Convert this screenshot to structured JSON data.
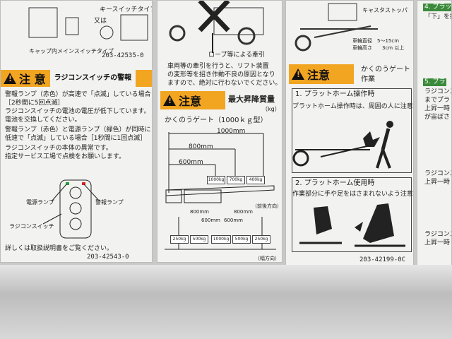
{
  "panel_left": {
    "top_label": "キャップ内メインスイッチタイプ",
    "top_key": "キースイッチタイプ",
    "top_or": "又は",
    "top_code": "203-42535-0",
    "warning_word": "注 意",
    "warning_title": "ラジコンスイッチの警報",
    "lines": [
      "警報ランプ（赤色）が高速で「点滅」している場合",
      "［2秒間に5回点滅］",
      "ラジコンスイッチの電池の電圧が低下しています。",
      "電池を交換してください。",
      "警報ランプ（赤色）と電源ランプ（緑色）が同時に",
      "低速で「点滅」している場合［1秒間に1回点滅］",
      "ラジコンスイッチの本体の異常です。",
      "指定サービス工場で点検をお願いします。"
    ],
    "label_power": "電源ランプ",
    "label_alarm": "警報ランプ",
    "label_switch": "ラジコンスイッチ",
    "footer": "詳しくは取扱説明書をご覧ください。",
    "code": "203-42543-0"
  },
  "panel_mid": {
    "rope_caption": "ロープ等による牽引",
    "text": [
      "車両等の牽引を行うと、リフト装置",
      "の変形等を招き作動不良の原因となり",
      "ますので、絶対に行わないでください。"
    ],
    "warning_word": "注意",
    "title": "最大昇降質量",
    "unit": "（kg）",
    "gate_label": "かくのうゲート（1000ｋｇ型）",
    "dims_top": [
      "1000mm",
      "800mm",
      "600mm"
    ],
    "loads_top": [
      "1000kg",
      "700kg",
      "400kg"
    ],
    "dir_front": "（前後方向）",
    "dims_bottom": [
      "800mm",
      "800mm",
      "600mm",
      "600mm"
    ],
    "loads_bottom": [
      "250kg",
      "500kg",
      "1000kg",
      "500kg",
      "250kg"
    ],
    "dir_width": "（幅方向）"
  },
  "panel_right": {
    "stopper": "キャスタストッパ",
    "wheel_dia": "車輪直径　5～15cm",
    "wheel_height": "車輪高さ　　3cm 以上",
    "warning_word": "注意",
    "title_lines": [
      "かくのうゲート",
      "作業"
    ],
    "sec1": "1. プラットホーム操作時",
    "sec1_text": "プラットホーム操作時は、周囲の人に注意。",
    "sec2": "2. プラットホーム使用時",
    "sec2_text": "作業部分に手や足をはさまれないよう注意。",
    "code": "203-42199-0C"
  },
  "panel_far": {
    "items": [
      "4. プラッ",
      "「下」を押",
      "5. プラ",
      "ラジコンス",
      "までプラ",
      "上昇一時",
      "が宙ぼさ",
      "ラジコンス",
      "上昇一時",
      "ラジコンス",
      "上昇一時"
    ]
  },
  "colors": {
    "accent": "#f2a521",
    "panel": "#f2f2f0"
  }
}
